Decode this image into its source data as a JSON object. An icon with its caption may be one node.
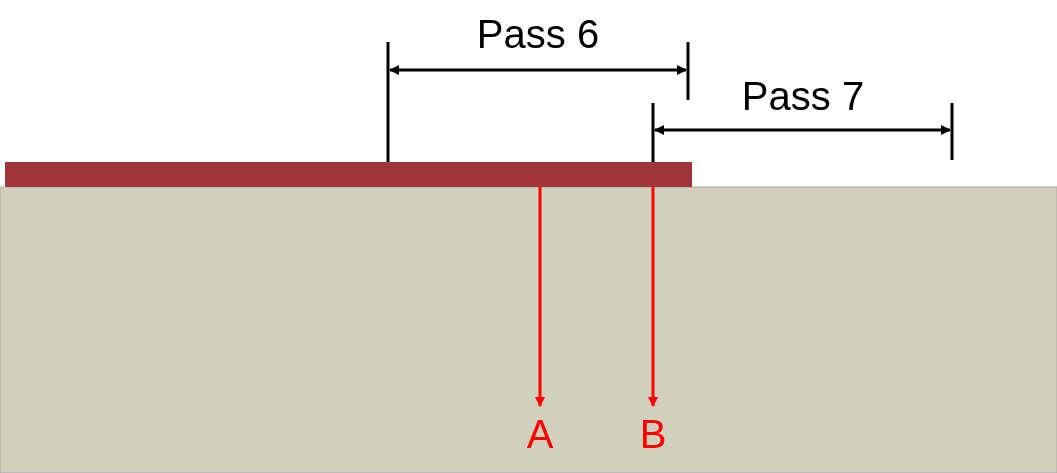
{
  "diagram": {
    "nodes": [
      {
        "text": [],
        "shape": "bar"
      },
      {
        "text": [
          "A"
        ]
      },
      {
        "text": [
          "B"
        ]
      }
    ],
    "edges": [
      {
        "from": 0,
        "to": 1,
        "arrow": "to"
      },
      {
        "from": 0,
        "to": 2,
        "arrow": "to"
      }
    ],
    "labels": [
      "Pass 6",
      "Pass 7"
    ]
  }
}
